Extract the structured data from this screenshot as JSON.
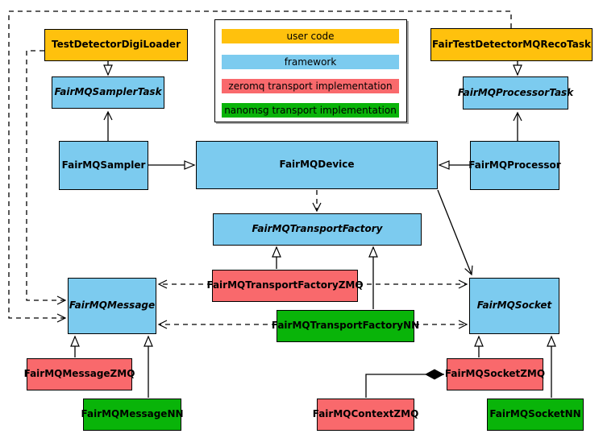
{
  "colors": {
    "user_code": "#FFC10D",
    "framework": "#7CCBEF",
    "zeromq": "#F9696C",
    "nanomsg": "#09B409",
    "border": "#000000",
    "background": "#FFFFFF"
  },
  "legend": {
    "items": [
      {
        "label": "user code",
        "color": "#FFC10D"
      },
      {
        "label": "framework",
        "color": "#7CCBEF"
      },
      {
        "label": "zeromq transport implementation",
        "color": "#F9696C"
      },
      {
        "label": "nanomsg transport implementation",
        "color": "#09B409"
      }
    ]
  },
  "nodes": {
    "digiloader": {
      "label": "TestDetectorDigiLoader",
      "category": "user code"
    },
    "recotask": {
      "label": "FairTestDetectorMQRecoTask",
      "category": "user code"
    },
    "samplertask": {
      "label": "FairMQSamplerTask",
      "category": "framework",
      "abstract": true
    },
    "processortask": {
      "label": "FairMQProcessorTask",
      "category": "framework",
      "abstract": true
    },
    "sampler": {
      "label": "FairMQSampler",
      "category": "framework"
    },
    "device": {
      "label": "FairMQDevice",
      "category": "framework"
    },
    "processor": {
      "label": "FairMQProcessor",
      "category": "framework"
    },
    "transportfactory": {
      "label": "FairMQTransportFactory",
      "category": "framework",
      "abstract": true
    },
    "tfzmq": {
      "label": "FairMQTransportFactoryZMQ",
      "category": "zeromq transport implementation"
    },
    "tfnn": {
      "label": "FairMQTransportFactoryNN",
      "category": "nanomsg transport implementation"
    },
    "message": {
      "label": "FairMQMessage",
      "category": "framework",
      "abstract": true
    },
    "socket": {
      "label": "FairMQSocket",
      "category": "framework",
      "abstract": true
    },
    "messagezmq": {
      "label": "FairMQMessageZMQ",
      "category": "zeromq transport implementation"
    },
    "messagenn": {
      "label": "FairMQMessageNN",
      "category": "nanomsg transport implementation"
    },
    "socketzmq": {
      "label": "FairMQSocketZMQ",
      "category": "zeromq transport implementation"
    },
    "contextzmq": {
      "label": "FairMQContextZMQ",
      "category": "zeromq transport implementation"
    },
    "socketnn": {
      "label": "FairMQSocketNN",
      "category": "nanomsg transport implementation"
    }
  },
  "edges": [
    {
      "from": "digiloader",
      "to": "samplertask",
      "type": "generalization"
    },
    {
      "from": "recotask",
      "to": "processortask",
      "type": "generalization"
    },
    {
      "from": "sampler",
      "to": "samplertask",
      "type": "association"
    },
    {
      "from": "processor",
      "to": "processortask",
      "type": "association"
    },
    {
      "from": "sampler",
      "to": "device",
      "type": "generalization"
    },
    {
      "from": "processor",
      "to": "device",
      "type": "generalization"
    },
    {
      "from": "device",
      "to": "transportfactory",
      "type": "dependency"
    },
    {
      "from": "tfzmq",
      "to": "transportfactory",
      "type": "generalization"
    },
    {
      "from": "tfnn",
      "to": "transportfactory",
      "type": "generalization"
    },
    {
      "from": "device",
      "to": "socket",
      "type": "association"
    },
    {
      "from": "tfzmq",
      "to": "message",
      "type": "dependency"
    },
    {
      "from": "tfzmq",
      "to": "socket",
      "type": "dependency"
    },
    {
      "from": "tfnn",
      "to": "message",
      "type": "dependency"
    },
    {
      "from": "tfnn",
      "to": "socket",
      "type": "dependency"
    },
    {
      "from": "digiloader",
      "to": "message",
      "type": "dependency"
    },
    {
      "from": "recotask",
      "to": "message",
      "type": "dependency"
    },
    {
      "from": "messagezmq",
      "to": "message",
      "type": "generalization"
    },
    {
      "from": "messagenn",
      "to": "message",
      "type": "generalization"
    },
    {
      "from": "socketzmq",
      "to": "socket",
      "type": "generalization"
    },
    {
      "from": "socketnn",
      "to": "socket",
      "type": "generalization"
    },
    {
      "from": "contextzmq",
      "to": "socketzmq",
      "type": "composition"
    }
  ]
}
